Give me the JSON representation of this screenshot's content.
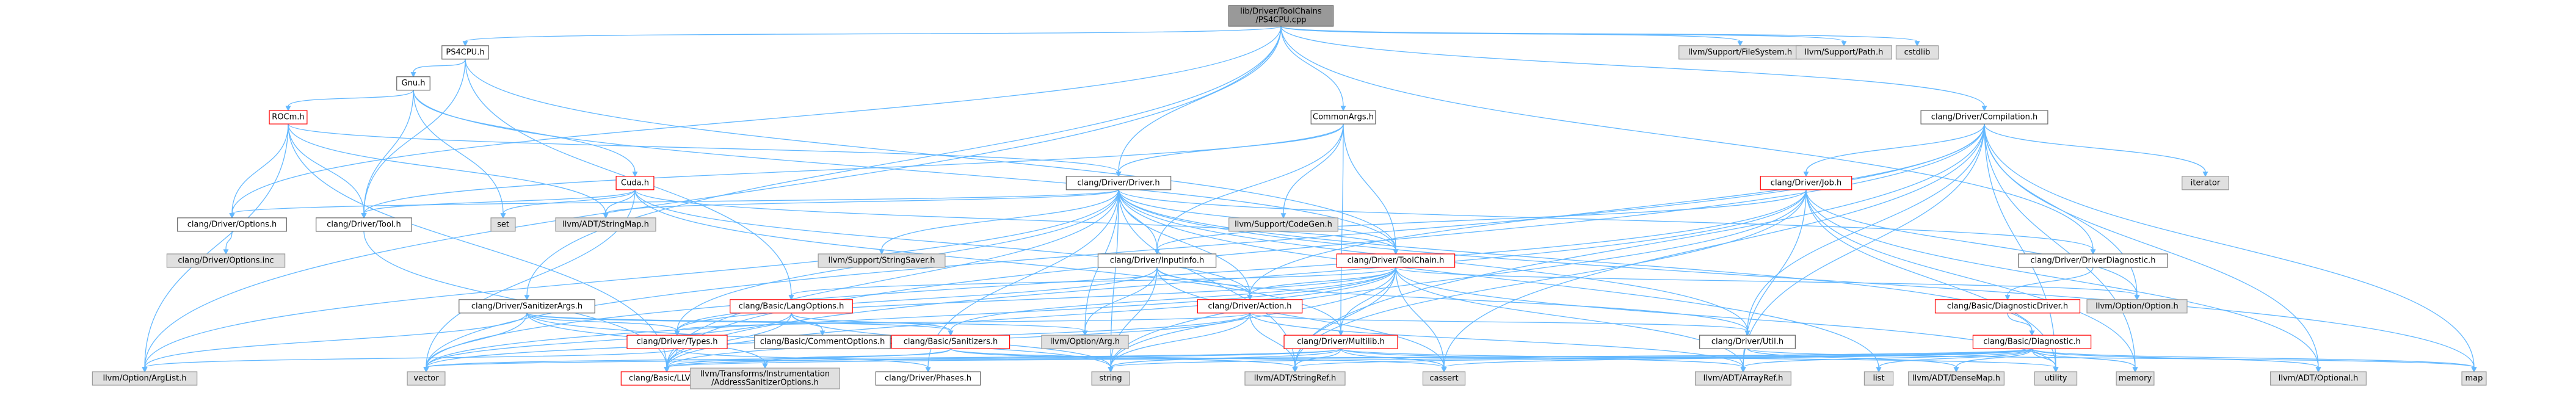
{
  "colors": {
    "root_fill": "#999999",
    "root_stroke": "#666666",
    "header_fill": "#ffffff",
    "header_stroke": "#666666",
    "header_text": "#000000",
    "red_text": "#ff0000",
    "external_fill": "#e0e0e0",
    "external_stroke": "#999999",
    "edge_stroke": "#63b8ff"
  },
  "root": {
    "id": "root",
    "lines": [
      "lib/Driver/ToolChains",
      "/PS4CPU.cpp"
    ]
  },
  "nodes": [
    {
      "id": "ps4cpu_h",
      "lines": [
        "PS4CPU.h"
      ],
      "style": "header"
    },
    {
      "id": "gnu_h",
      "lines": [
        "Gnu.h"
      ],
      "style": "header"
    },
    {
      "id": "rocm_h",
      "lines": [
        "ROCm.h"
      ],
      "style": "red"
    },
    {
      "id": "cuda_h",
      "lines": [
        "Cuda.h"
      ],
      "style": "red"
    },
    {
      "id": "commonargs_h",
      "lines": [
        "CommonArgs.h"
      ],
      "style": "header"
    },
    {
      "id": "compilation_h",
      "lines": [
        "clang/Driver/Compilation.h"
      ],
      "style": "header"
    },
    {
      "id": "driver_h",
      "lines": [
        "clang/Driver/Driver.h"
      ],
      "style": "header"
    },
    {
      "id": "job_h",
      "lines": [
        "clang/Driver/Job.h"
      ],
      "style": "red"
    },
    {
      "id": "options_h",
      "lines": [
        "clang/Driver/Options.h"
      ],
      "style": "header"
    },
    {
      "id": "options_inc",
      "lines": [
        "clang/Driver/Options.inc"
      ],
      "style": "external"
    },
    {
      "id": "tool_h",
      "lines": [
        "clang/Driver/Tool.h"
      ],
      "style": "header"
    },
    {
      "id": "set",
      "lines": [
        "set"
      ],
      "style": "external"
    },
    {
      "id": "stringmap",
      "lines": [
        "llvm/ADT/StringMap.h"
      ],
      "style": "external"
    },
    {
      "id": "codegen",
      "lines": [
        "llvm/Support/CodeGen.h"
      ],
      "style": "external"
    },
    {
      "id": "stringsaver",
      "lines": [
        "llvm/Support/StringSaver.h"
      ],
      "style": "external"
    },
    {
      "id": "toolchain_h",
      "lines": [
        "clang/Driver/ToolChain.h"
      ],
      "style": "red"
    },
    {
      "id": "inputinfo_h",
      "lines": [
        "clang/Driver/InputInfo.h"
      ],
      "style": "header"
    },
    {
      "id": "driverdiag_h",
      "lines": [
        "clang/Driver/DriverDiagnostic.h"
      ],
      "style": "header"
    },
    {
      "id": "sanitizerargs_h",
      "lines": [
        "clang/Driver/SanitizerArgs.h"
      ],
      "style": "header"
    },
    {
      "id": "langoptions_h",
      "lines": [
        "clang/Basic/LangOptions.h"
      ],
      "style": "red"
    },
    {
      "id": "action_h",
      "lines": [
        "clang/Driver/Action.h"
      ],
      "style": "red"
    },
    {
      "id": "option_h",
      "lines": [
        "llvm/Option/Option.h"
      ],
      "style": "external"
    },
    {
      "id": "diagdriver_h",
      "lines": [
        "clang/Basic/DiagnosticDriver.h"
      ],
      "style": "red"
    },
    {
      "id": "types_h",
      "lines": [
        "clang/Driver/Types.h"
      ],
      "style": "red"
    },
    {
      "id": "commentoptions_h",
      "lines": [
        "clang/Basic/CommentOptions.h"
      ],
      "style": "header"
    },
    {
      "id": "sanitizers_h",
      "lines": [
        "clang/Basic/Sanitizers.h"
      ],
      "style": "red"
    },
    {
      "id": "arg_h",
      "lines": [
        "llvm/Option/Arg.h"
      ],
      "style": "external"
    },
    {
      "id": "multilib_h",
      "lines": [
        "clang/Driver/Multilib.h"
      ],
      "style": "red"
    },
    {
      "id": "util_h",
      "lines": [
        "clang/Driver/Util.h"
      ],
      "style": "header"
    },
    {
      "id": "diagnostic_h",
      "lines": [
        "clang/Basic/Diagnostic.h"
      ],
      "style": "red"
    },
    {
      "id": "filesystem",
      "lines": [
        "llvm/Support/FileSystem.h"
      ],
      "style": "external"
    },
    {
      "id": "path",
      "lines": [
        "llvm/Support/Path.h"
      ],
      "style": "external"
    },
    {
      "id": "cstdlib",
      "lines": [
        "cstdlib"
      ],
      "style": "external"
    },
    {
      "id": "iterator",
      "lines": [
        "iterator"
      ],
      "style": "external"
    },
    {
      "id": "arglist",
      "lines": [
        "llvm/Option/ArgList.h"
      ],
      "style": "external"
    },
    {
      "id": "vector",
      "lines": [
        "vector"
      ],
      "style": "external"
    },
    {
      "id": "llvm_h",
      "lines": [
        "clang/Basic/LLVM.h"
      ],
      "style": "red"
    },
    {
      "id": "asanopts",
      "lines": [
        "llvm/Transforms/Instrumentation",
        "/AddressSanitizerOptions.h"
      ],
      "style": "external"
    },
    {
      "id": "phases_h",
      "lines": [
        "clang/Driver/Phases.h"
      ],
      "style": "header"
    },
    {
      "id": "string",
      "lines": [
        "string"
      ],
      "style": "external"
    },
    {
      "id": "stringref",
      "lines": [
        "llvm/ADT/StringRef.h"
      ],
      "style": "external"
    },
    {
      "id": "cassert",
      "lines": [
        "cassert"
      ],
      "style": "external"
    },
    {
      "id": "arrayref",
      "lines": [
        "llvm/ADT/ArrayRef.h"
      ],
      "style": "external"
    },
    {
      "id": "list",
      "lines": [
        "list"
      ],
      "style": "external"
    },
    {
      "id": "densemap",
      "lines": [
        "llvm/ADT/DenseMap.h"
      ],
      "style": "external"
    },
    {
      "id": "utility",
      "lines": [
        "utility"
      ],
      "style": "external"
    },
    {
      "id": "memory",
      "lines": [
        "memory"
      ],
      "style": "external"
    },
    {
      "id": "optional",
      "lines": [
        "llvm/ADT/Optional.h"
      ],
      "style": "external"
    },
    {
      "id": "map",
      "lines": [
        "map"
      ],
      "style": "external"
    }
  ],
  "edges": [
    [
      "root",
      "ps4cpu_h"
    ],
    [
      "root",
      "commonargs_h"
    ],
    [
      "root",
      "compilation_h"
    ],
    [
      "root",
      "driver_h"
    ],
    [
      "root",
      "driverdiag_h"
    ],
    [
      "root",
      "options_h"
    ],
    [
      "root",
      "sanitizerargs_h"
    ],
    [
      "root",
      "arglist"
    ],
    [
      "root",
      "filesystem"
    ],
    [
      "root",
      "path"
    ],
    [
      "root",
      "cstdlib"
    ],
    [
      "ps4cpu_h",
      "gnu_h"
    ],
    [
      "ps4cpu_h",
      "tool_h"
    ],
    [
      "ps4cpu_h",
      "toolchain_h"
    ],
    [
      "ps4cpu_h",
      "langoptions_h"
    ],
    [
      "gnu_h",
      "rocm_h"
    ],
    [
      "gnu_h",
      "cuda_h"
    ],
    [
      "gnu_h",
      "tool_h"
    ],
    [
      "gnu_h",
      "toolchain_h"
    ],
    [
      "gnu_h",
      "set"
    ],
    [
      "rocm_h",
      "driver_h"
    ],
    [
      "rocm_h",
      "options_h"
    ],
    [
      "rocm_h",
      "tool_h"
    ],
    [
      "rocm_h",
      "llvm_h"
    ],
    [
      "rocm_h",
      "stringmap"
    ],
    [
      "rocm_h",
      "arglist"
    ],
    [
      "cuda_h",
      "action_h"
    ],
    [
      "cuda_h",
      "multilib_h"
    ],
    [
      "cuda_h",
      "tool_h"
    ],
    [
      "cuda_h",
      "toolchain_h"
    ],
    [
      "cuda_h",
      "set"
    ],
    [
      "cuda_h",
      "vector"
    ],
    [
      "cuda_h",
      "stringmap"
    ],
    [
      "commonargs_h",
      "driver_h"
    ],
    [
      "commonargs_h",
      "inputinfo_h"
    ],
    [
      "commonargs_h",
      "multilib_h"
    ],
    [
      "commonargs_h",
      "tool_h"
    ],
    [
      "commonargs_h",
      "toolchain_h"
    ],
    [
      "commonargs_h",
      "codegen"
    ],
    [
      "compilation_h",
      "action_h"
    ],
    [
      "compilation_h",
      "job_h"
    ],
    [
      "compilation_h",
      "util_h"
    ],
    [
      "compilation_h",
      "llvm_h"
    ],
    [
      "compilation_h",
      "arrayref"
    ],
    [
      "compilation_h",
      "optional"
    ],
    [
      "compilation_h",
      "stringref"
    ],
    [
      "compilation_h",
      "option_h"
    ],
    [
      "compilation_h",
      "cassert"
    ],
    [
      "compilation_h",
      "iterator"
    ],
    [
      "compilation_h",
      "map"
    ],
    [
      "compilation_h",
      "memory"
    ],
    [
      "compilation_h",
      "utility"
    ],
    [
      "compilation_h",
      "vector"
    ],
    [
      "driver_h",
      "diagnostic_h"
    ],
    [
      "driver_h",
      "llvm_h"
    ],
    [
      "driver_h",
      "action_h"
    ],
    [
      "driver_h",
      "driverdiag_h"
    ],
    [
      "driver_h",
      "inputinfo_h"
    ],
    [
      "driver_h",
      "options_h"
    ],
    [
      "driver_h",
      "phases_h"
    ],
    [
      "driver_h",
      "toolchain_h"
    ],
    [
      "driver_h",
      "types_h"
    ],
    [
      "driver_h",
      "util_h"
    ],
    [
      "driver_h",
      "stringmap"
    ],
    [
      "driver_h",
      "stringref"
    ],
    [
      "driver_h",
      "arg_h"
    ],
    [
      "driver_h",
      "arglist"
    ],
    [
      "driver_h",
      "stringsaver"
    ],
    [
      "driver_h",
      "list"
    ],
    [
      "driver_h",
      "map"
    ],
    [
      "driver_h",
      "string"
    ],
    [
      "job_h",
      "llvm_h"
    ],
    [
      "job_h",
      "inputinfo_h"
    ],
    [
      "job_h",
      "arrayref"
    ],
    [
      "job_h",
      "optional"
    ],
    [
      "job_h",
      "stringref"
    ],
    [
      "job_h",
      "option_h"
    ],
    [
      "job_h",
      "string"
    ],
    [
      "job_h",
      "utility"
    ],
    [
      "job_h",
      "vector"
    ],
    [
      "job_h",
      "memory"
    ],
    [
      "options_h",
      "options_inc"
    ],
    [
      "tool_h",
      "llvm_h"
    ],
    [
      "toolchain_h",
      "llvm_h"
    ],
    [
      "toolchain_h",
      "langoptions_h"
    ],
    [
      "toolchain_h",
      "sanitizers_h"
    ],
    [
      "toolchain_h",
      "action_h"
    ],
    [
      "toolchain_h",
      "multilib_h"
    ],
    [
      "toolchain_h",
      "types_h"
    ],
    [
      "toolchain_h",
      "arrayref"
    ],
    [
      "toolchain_h",
      "stringref"
    ],
    [
      "toolchain_h",
      "option_h"
    ],
    [
      "toolchain_h",
      "cassert"
    ],
    [
      "toolchain_h",
      "string"
    ],
    [
      "toolchain_h",
      "utility"
    ],
    [
      "toolchain_h",
      "vector"
    ],
    [
      "inputinfo_h",
      "action_h"
    ],
    [
      "inputinfo_h",
      "types_h"
    ],
    [
      "inputinfo_h",
      "util_h"
    ],
    [
      "inputinfo_h",
      "arg_h"
    ],
    [
      "inputinfo_h",
      "cassert"
    ],
    [
      "inputinfo_h",
      "string"
    ],
    [
      "driverdiag_h",
      "diagdriver_h"
    ],
    [
      "diagdriver_h",
      "diagnostic_h"
    ],
    [
      "sanitizerargs_h",
      "sanitizers_h"
    ],
    [
      "sanitizerargs_h",
      "types_h"
    ],
    [
      "sanitizerargs_h",
      "arg_h"
    ],
    [
      "sanitizerargs_h",
      "arglist"
    ],
    [
      "sanitizerargs_h",
      "asanopts"
    ],
    [
      "sanitizerargs_h",
      "string"
    ],
    [
      "sanitizerargs_h",
      "vector"
    ],
    [
      "langoptions_h",
      "commentoptions_h"
    ],
    [
      "langoptions_h",
      "llvm_h"
    ],
    [
      "langoptions_h",
      "sanitizers_h"
    ],
    [
      "langoptions_h",
      "string"
    ],
    [
      "langoptions_h",
      "vector"
    ],
    [
      "action_h",
      "llvm_h"
    ],
    [
      "action_h",
      "types_h"
    ],
    [
      "action_h",
      "util_h"
    ],
    [
      "action_h",
      "arrayref"
    ],
    [
      "action_h",
      "stringref"
    ],
    [
      "action_h",
      "string"
    ],
    [
      "action_h",
      "vector"
    ],
    [
      "types_h",
      "llvm_h"
    ],
    [
      "types_h",
      "phases_h"
    ],
    [
      "types_h",
      "arglist"
    ],
    [
      "sanitizers_h",
      "llvm_h"
    ],
    [
      "sanitizers_h",
      "stringref"
    ],
    [
      "sanitizers_h",
      "asanopts"
    ],
    [
      "sanitizers_h",
      "cassert"
    ],
    [
      "multilib_h",
      "llvm_h"
    ],
    [
      "multilib_h",
      "arrayref"
    ],
    [
      "multilib_h",
      "stringref"
    ],
    [
      "multilib_h",
      "cassert"
    ],
    [
      "multilib_h",
      "string"
    ],
    [
      "multilib_h",
      "utility"
    ],
    [
      "multilib_h",
      "vector"
    ],
    [
      "util_h",
      "densemap"
    ],
    [
      "util_h",
      "map"
    ],
    [
      "diagnostic_h",
      "llvm_h"
    ],
    [
      "diagnostic_h",
      "arrayref"
    ],
    [
      "diagnostic_h",
      "densemap"
    ],
    [
      "diagnostic_h",
      "optional"
    ],
    [
      "diagnostic_h",
      "stringref"
    ],
    [
      "diagnostic_h",
      "cassert"
    ],
    [
      "diagnostic_h",
      "list"
    ],
    [
      "diagnostic_h",
      "map"
    ],
    [
      "diagnostic_h",
      "memory"
    ],
    [
      "diagnostic_h",
      "string"
    ],
    [
      "diagnostic_h",
      "utility"
    ],
    [
      "diagnostic_h",
      "vector"
    ]
  ]
}
